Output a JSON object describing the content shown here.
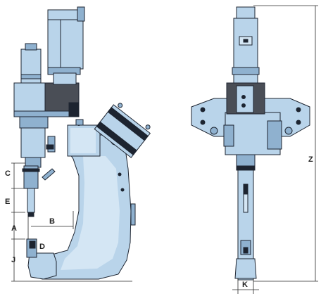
{
  "dimension_labels": {
    "c": "C",
    "e": "E",
    "a": "A",
    "b": "B",
    "d": "D",
    "j": "J",
    "z": "Z",
    "k": "K"
  },
  "colors": {
    "body_fill": "#b9d4ea",
    "body_light": "#d4e6f4",
    "body_dark": "#8fb1cf",
    "outline": "#1d2430",
    "dark_block": "#4a4e56",
    "dim_line": "#2a2a2a"
  }
}
